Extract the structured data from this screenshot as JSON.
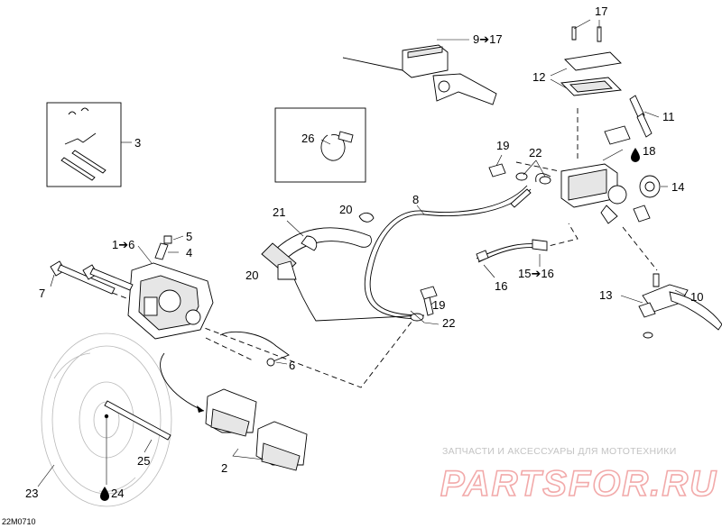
{
  "diagram_code": "22M0710",
  "watermark": {
    "subtitle": "ЗАПЧАСТИ И АКСЕССУАРЫ ДЛЯ МОТОТЕХНИКИ",
    "brand": "PARTSFOR.RU"
  },
  "callouts": {
    "c1": "1➔6",
    "c2": "2",
    "c3": "3",
    "c4": "4",
    "c5": "5",
    "c6": "6",
    "c7": "7",
    "c8": "8",
    "c9": "9➔17",
    "c10": "10",
    "c11": "11",
    "c12": "12",
    "c13": "13",
    "c14": "14",
    "c15": "15➔16",
    "c16": "16",
    "c17": "17",
    "c18": "18",
    "c19a": "19",
    "c19b": "19",
    "c20a": "20",
    "c20b": "20",
    "c21": "21",
    "c22a": "22",
    "c22b": "22",
    "c23": "23",
    "c24": "24",
    "c25": "25",
    "c26": "26"
  }
}
